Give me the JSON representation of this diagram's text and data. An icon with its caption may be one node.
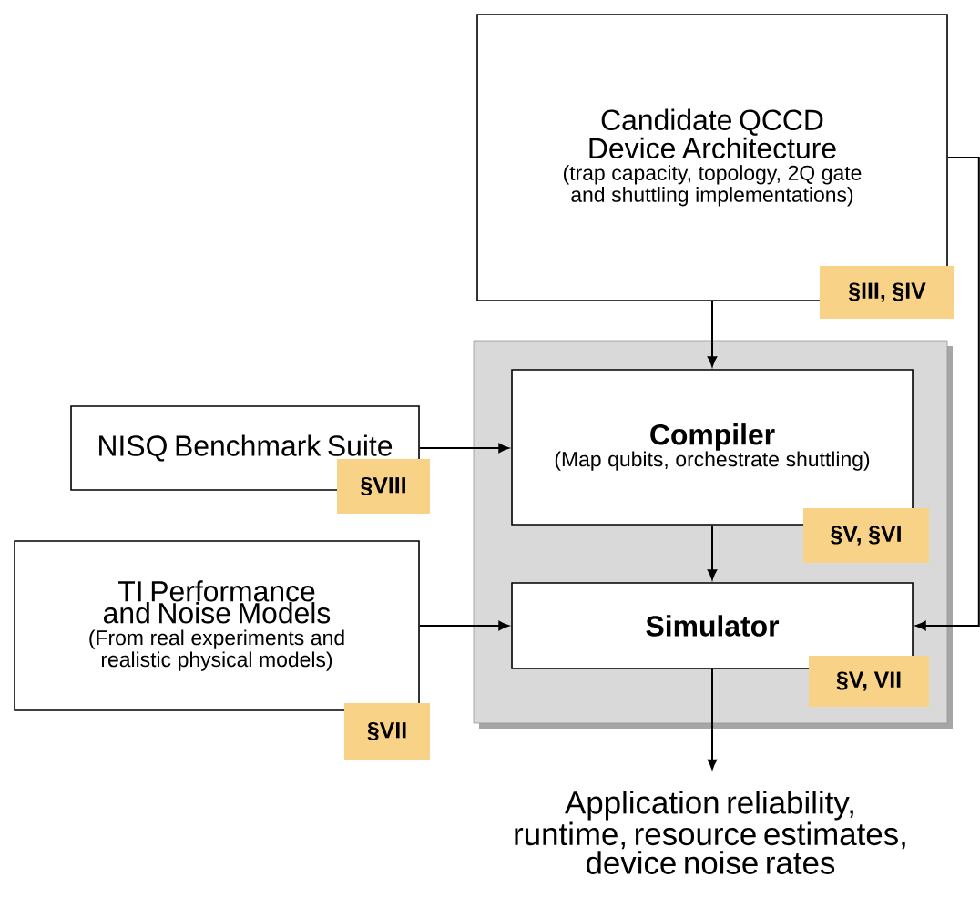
{
  "diagram": {
    "nodes": [
      {
        "text": [
          "Candidate QCCD Device Architecture",
          "(trap capacity, topology, 2Q gate and shuttling implementations)"
        ]
      },
      {
        "text": [
          "§III, §IV"
        ]
      },
      {
        "text": [],
        "shape": "box"
      },
      {
        "text": [
          "Compiler",
          "(Map qubits, orchestrate shuttling)"
        ],
        "in": 2
      },
      {
        "text": [
          "§V, §VI"
        ],
        "in": 2
      },
      {
        "text": [
          "Simulator"
        ],
        "in": 2
      },
      {
        "text": [
          "§V, VII"
        ],
        "in": 2
      },
      {
        "text": [
          "NISQ Benchmark Suite"
        ]
      },
      {
        "text": [
          "§VIII"
        ]
      },
      {
        "text": [
          "TI Performance and Noise Models",
          "(From real experiments and realistic physical models)"
        ]
      },
      {
        "text": [
          "§VII"
        ]
      },
      {
        "text": [
          "Application reliability, runtime, resource estimates, device noise rates"
        ]
      }
    ],
    "edges": [
      {
        "from": 0,
        "to": 3,
        "arrow": "to"
      },
      {
        "from": 7,
        "to": 3,
        "arrow": "to"
      },
      {
        "from": 3,
        "to": 5,
        "arrow": "to"
      },
      {
        "from": 9,
        "to": 5,
        "arrow": "to"
      },
      {
        "from": 0,
        "to": 5,
        "arrow": "to"
      },
      {
        "from": 5,
        "to": 11,
        "arrow": "to"
      }
    ]
  }
}
